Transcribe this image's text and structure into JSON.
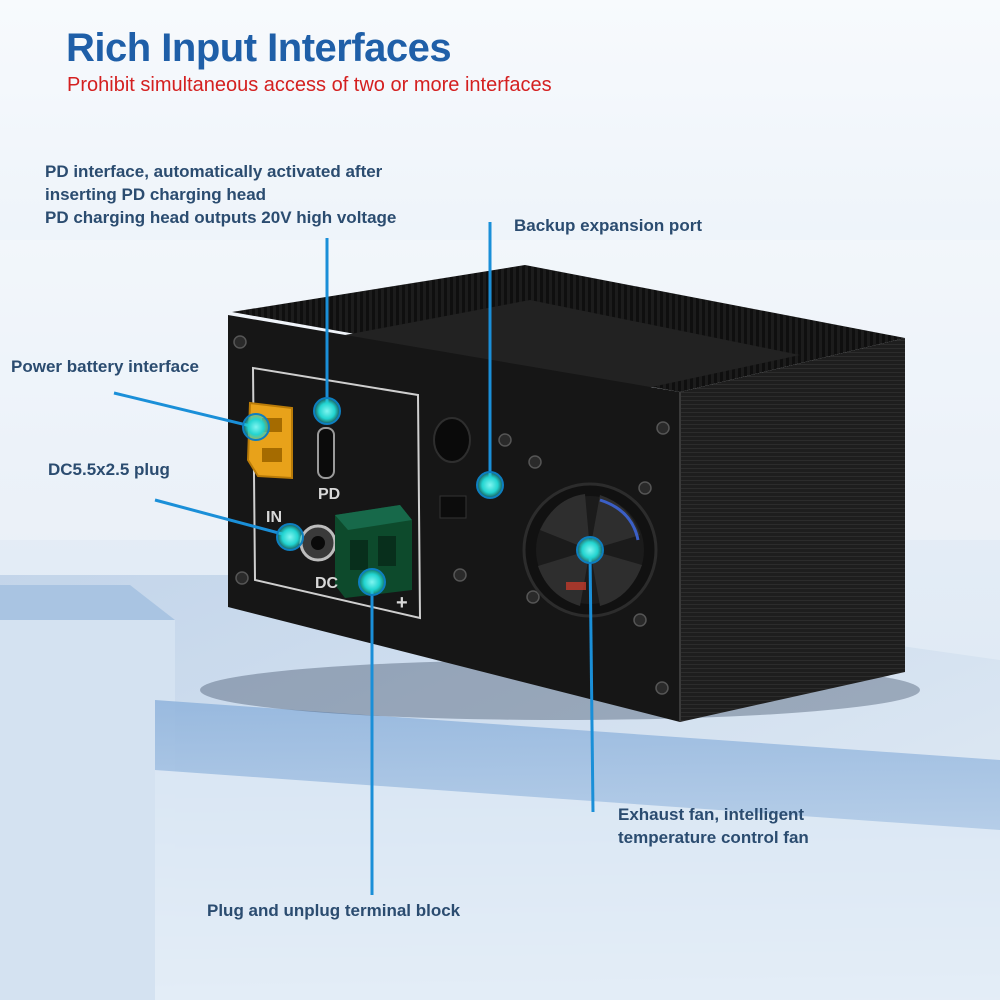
{
  "header": {
    "title": "Rich Input Interfaces",
    "subtitle": "Prohibit simultaneous access of two or more interfaces"
  },
  "callouts": {
    "pd_line1": "PD interface, automatically activated after",
    "pd_line2": "inserting PD charging head",
    "pd_line3": "PD charging head outputs 20V high voltage",
    "backup_port": "Backup expansion port",
    "power_battery": "Power battery interface",
    "dc_plug": "DC5.5x2.5 plug",
    "fan_line1": "Exhaust fan, intelligent",
    "fan_line2": "temperature control fan",
    "terminal_block": "Plug and unplug terminal block"
  },
  "panel_marks": {
    "pd": "PD",
    "in": "IN",
    "dc": "DC",
    "plus": "+"
  },
  "colors": {
    "title": "#1f5fa8",
    "subtitle": "#d42020",
    "label": "#2b4c70",
    "callout_line": "#1a8fd8",
    "callout_dot": "#22d4d0",
    "case": "#141414"
  }
}
